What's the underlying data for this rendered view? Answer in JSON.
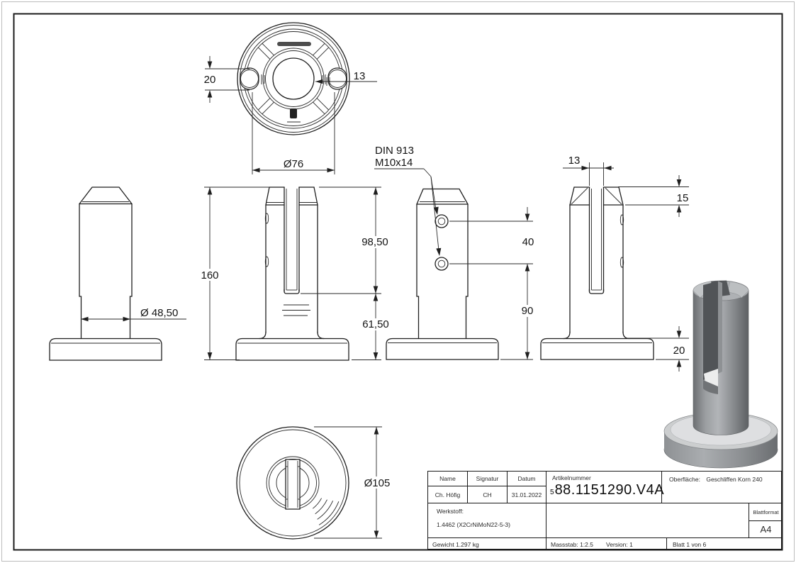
{
  "views": {
    "top_view": {
      "dim_slot_length": "20",
      "dim_slot_width": "13",
      "dim_pitch_diameter": "Ø76"
    },
    "front_view": {
      "dim_total_height": "160",
      "dim_slot_depth": "98,50",
      "dim_below_slot": "61,50"
    },
    "left_view": {
      "dim_shaft_diameter": "Ø 48,50"
    },
    "screw_view": {
      "callout_line1": "DIN 913",
      "callout_line2": "M10x14",
      "dim_screw_spacing": "40",
      "dim_screw_height": "90"
    },
    "right_view": {
      "dim_slot_width": "13",
      "dim_head_height": "15",
      "dim_base_height": "20"
    },
    "bottom_view": {
      "dim_base_diameter": "Ø105"
    }
  },
  "title_block": {
    "name_label": "Name",
    "signatur_label": "Signatur",
    "datum_label": "Datum",
    "name_value": "Ch. Höfig",
    "signatur_value": "CH",
    "datum_value": "31.01.2022",
    "artikelnummer_label": "Artikelnummer",
    "artikelnummer_prefix": "5",
    "artikelnummer_value": "88.1151290.V4A",
    "oberflaeche_label": "Oberfläche:",
    "oberflaeche_value": "Geschliffen Korn 240",
    "werkstoff_label": "Werkstoff:",
    "werkstoff_value": "1.4462 (X2CrNiMoN22-5-3)",
    "gewicht": "Gewicht 1.297 kg",
    "massstab": "Massstab: 1:2.5",
    "version": "Version: 1",
    "blatt": "Blatt 1 von 6",
    "blattformat_label": "Blattformat",
    "blattformat_value": "A4"
  }
}
